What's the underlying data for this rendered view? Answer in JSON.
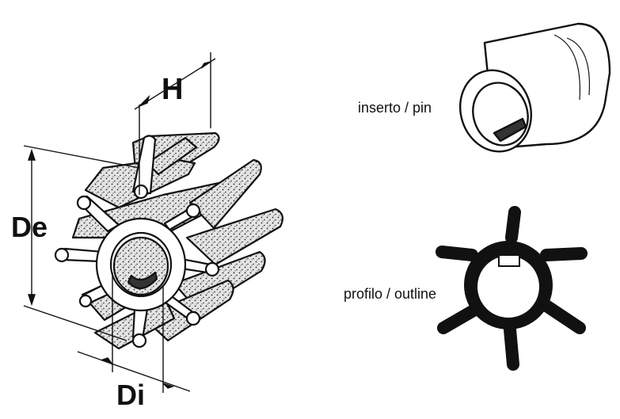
{
  "dimensions": {
    "height_label": "H",
    "outer_diameter_label": "De",
    "inner_diameter_label": "Di"
  },
  "captions": {
    "pin": "inserto / pin",
    "outline": "profilo / outline"
  },
  "colors": {
    "ink": "#111111",
    "rubber_fill": "#c9c9c9",
    "background": "#ffffff"
  }
}
